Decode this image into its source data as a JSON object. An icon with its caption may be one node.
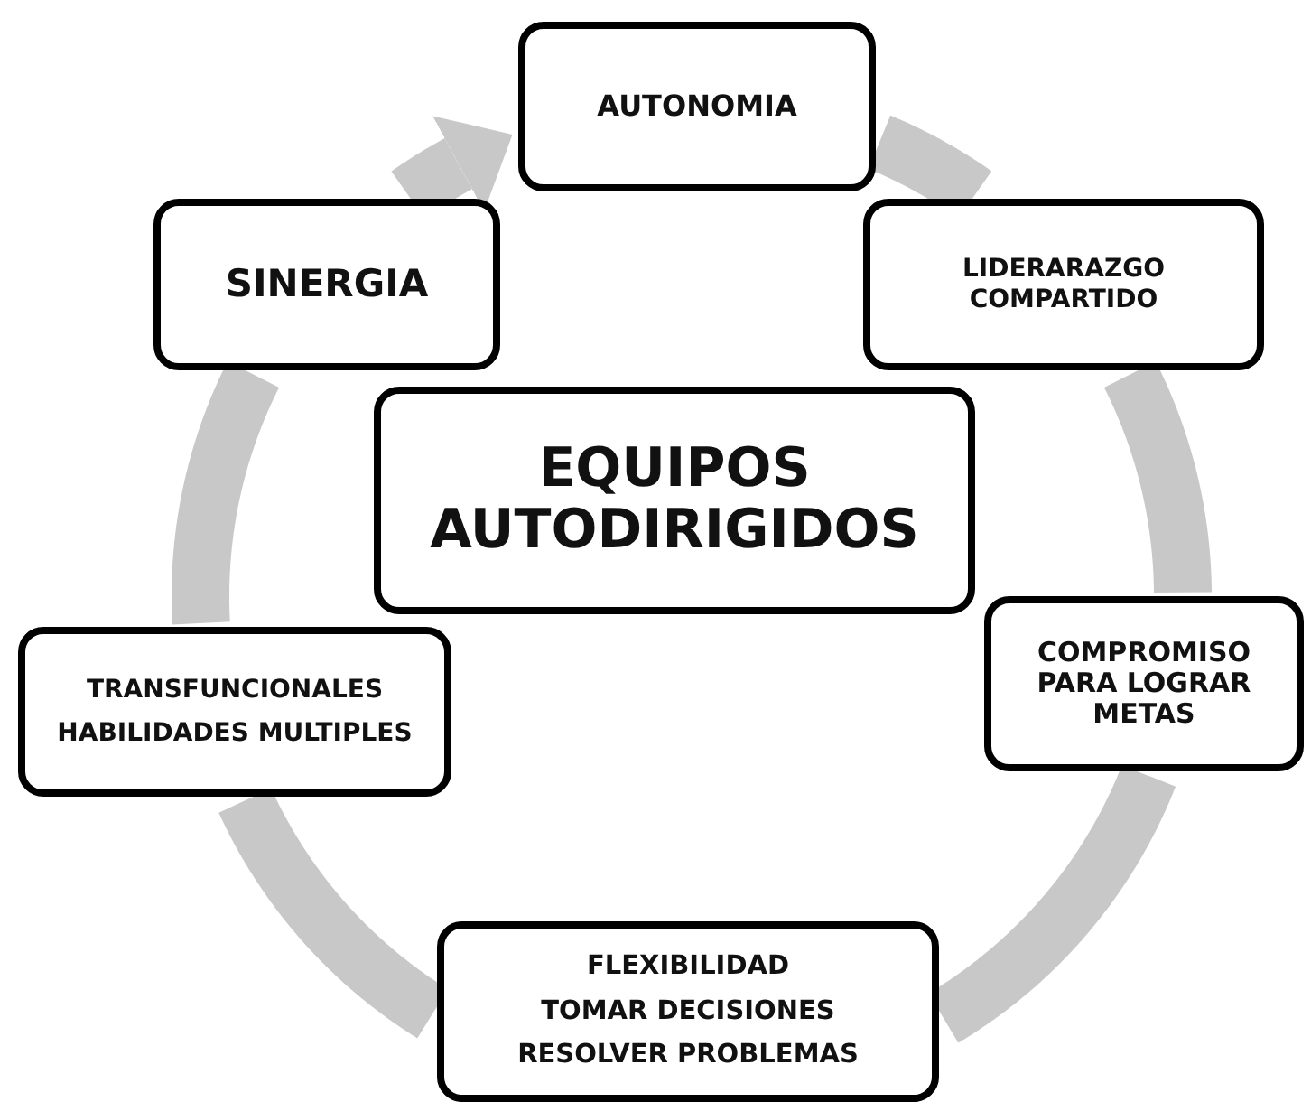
{
  "diagram": {
    "nodes": [
      {
        "text": [
          "AUTONOMIA"
        ]
      },
      {
        "text": [
          "SINERGIA"
        ]
      },
      {
        "text": [
          "LIDERARAZGO COMPARTIDO"
        ]
      },
      {
        "text": [
          "EQUIPOS AUTODIRIGIDOS"
        ]
      },
      {
        "text": [
          "COMPROMISO PARA LOGRAR METAS"
        ]
      },
      {
        "text": [
          "TRANSFUNCIONALES",
          "HABILIDADES MULTIPLES"
        ]
      },
      {
        "text": [
          "FLEXIBILIDAD",
          "TOMAR DECISIONES",
          "RESOLVER PROBLEMAS"
        ]
      }
    ],
    "edges": [
      {
        "from": 0,
        "to": 2,
        "arrow": "none"
      },
      {
        "from": 2,
        "to": 4,
        "arrow": "none"
      },
      {
        "from": 4,
        "to": 6,
        "arrow": "none"
      },
      {
        "from": 6,
        "to": 5,
        "arrow": "none"
      },
      {
        "from": 5,
        "to": 1,
        "arrow": "none"
      },
      {
        "from": 1,
        "to": 0,
        "arrow": "to"
      }
    ]
  }
}
